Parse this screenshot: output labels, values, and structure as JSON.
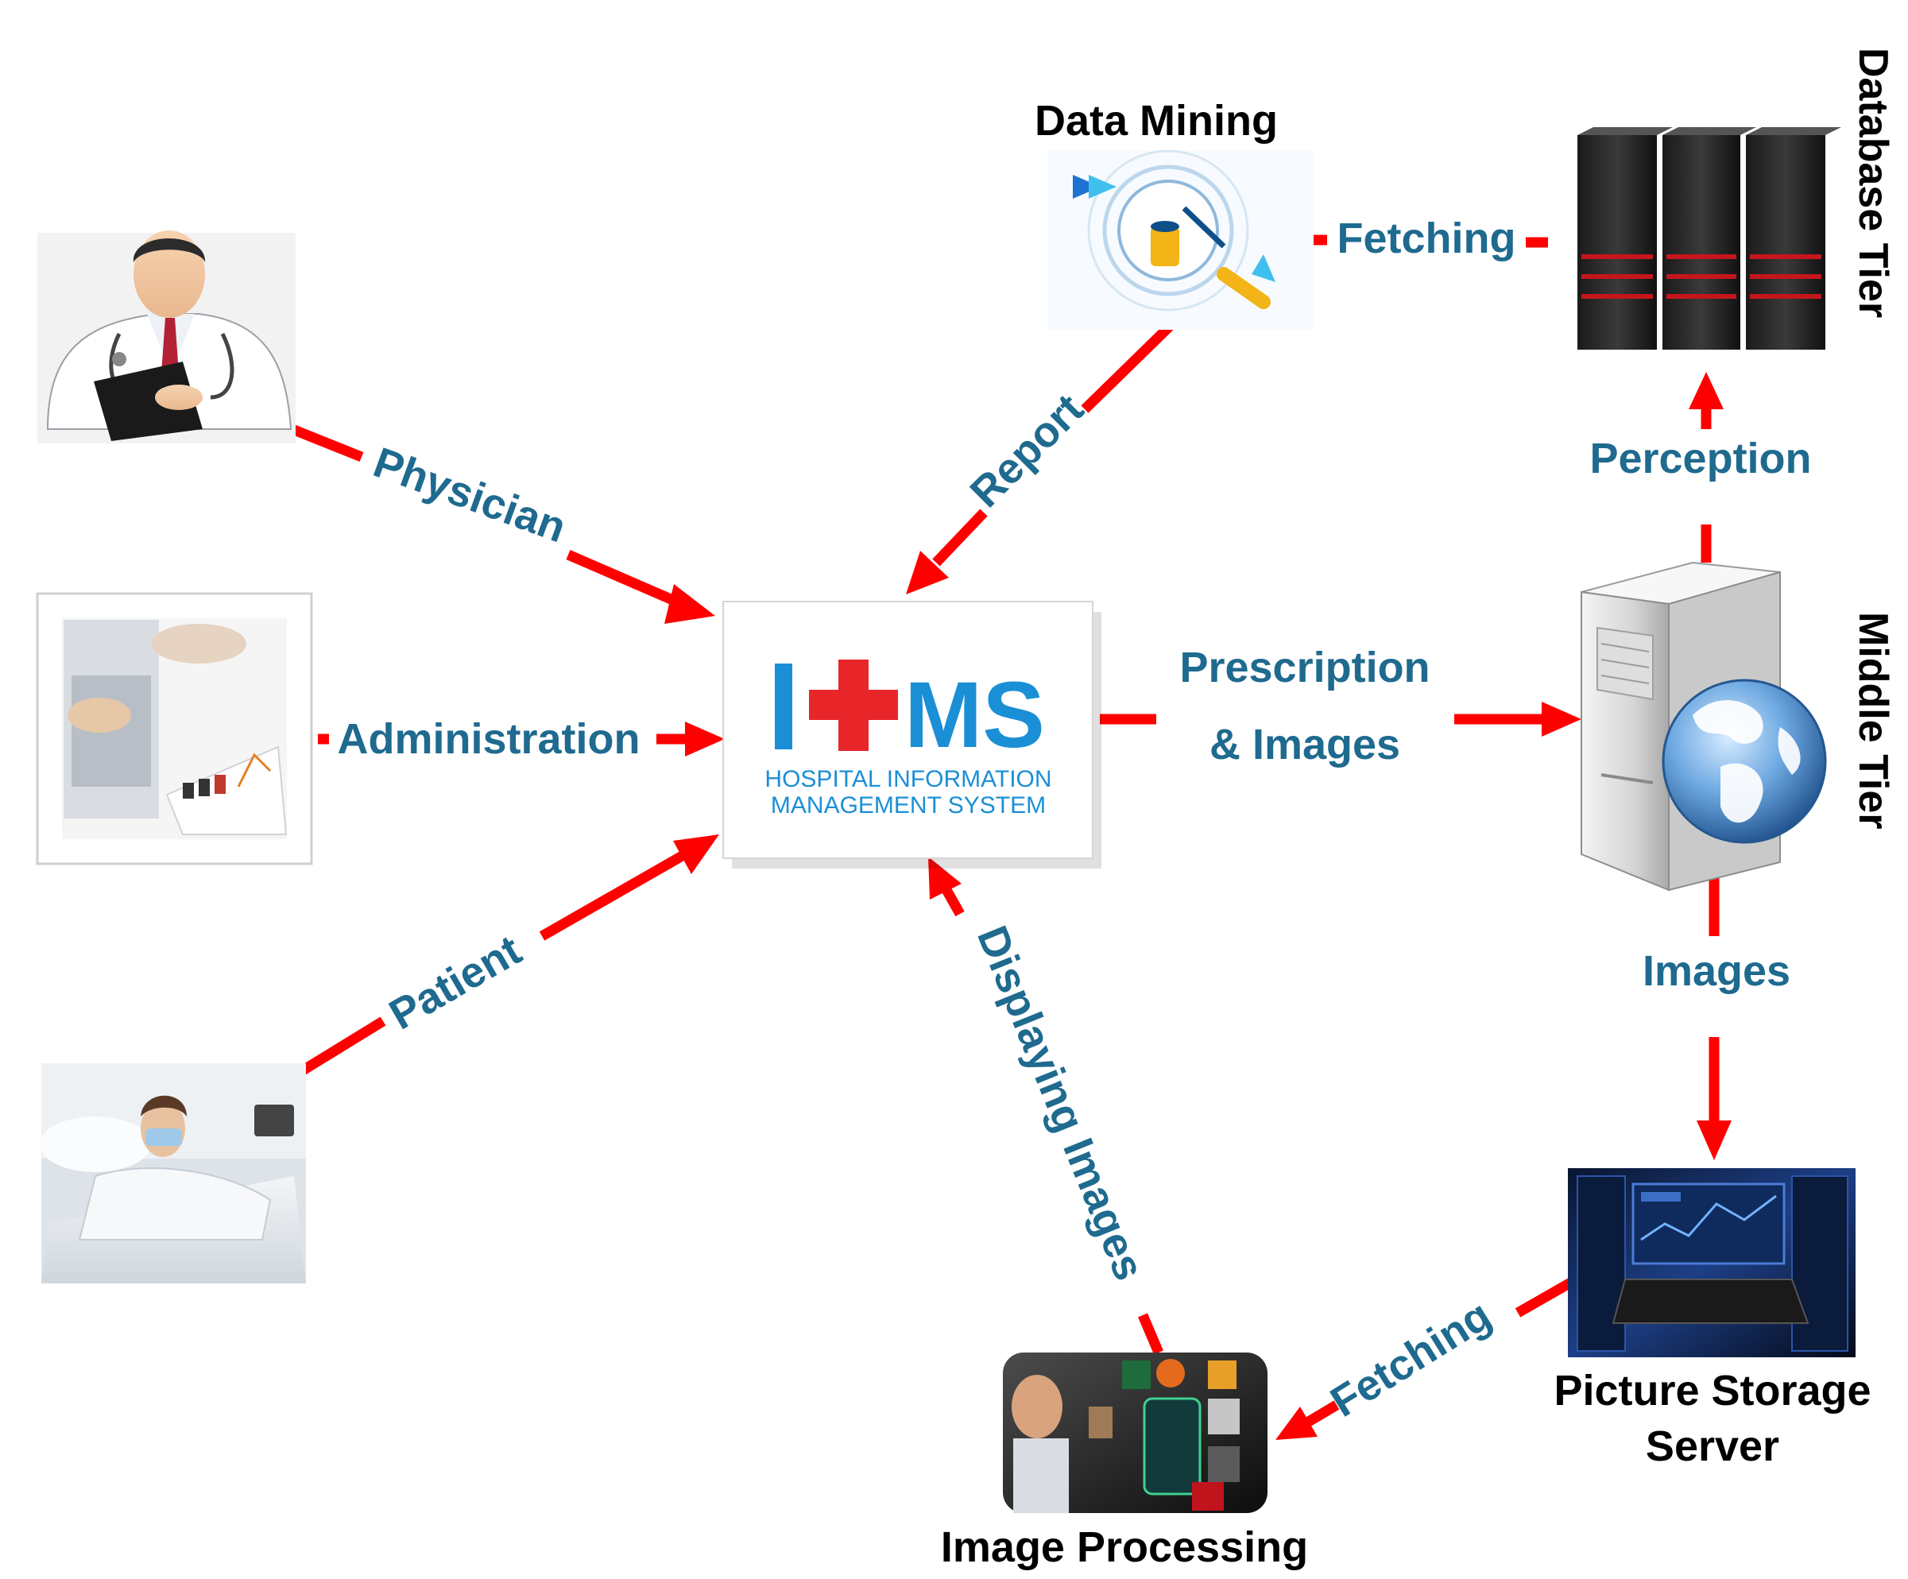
{
  "hims": {
    "logo_letters": "MS",
    "subtitle_line1": "HOSPITAL INFORMATION",
    "subtitle_line2": "MANAGEMENT SYSTEM"
  },
  "captions": {
    "data_mining": "Data Mining",
    "image_processing": "Image Processing",
    "picture_storage_line1": "Picture Storage",
    "picture_storage_line2": "Server"
  },
  "tiers": {
    "database": "Database Tier",
    "middle": "Middle Tier"
  },
  "edges": {
    "physician": "Physician",
    "administration": "Administration",
    "patient": "Patient",
    "report": "Report",
    "fetching_top": "Fetching",
    "perception": "Perception",
    "prescription_line1": "Prescription",
    "prescription_line2": "& Images",
    "images": "Images",
    "displaying_images": "Displaying Images",
    "fetching_bottom": "Fetching"
  },
  "colors": {
    "arrow": "#ff0000",
    "label": "#1f6a8f",
    "logo_blue": "#1b8fd6",
    "logo_red": "#e8262a"
  },
  "icons": [
    "physician-icon",
    "administration-icon",
    "patient-icon",
    "data-mining-icon",
    "database-server-icon",
    "web-server-icon",
    "picture-storage-icon",
    "image-processing-icon"
  ]
}
